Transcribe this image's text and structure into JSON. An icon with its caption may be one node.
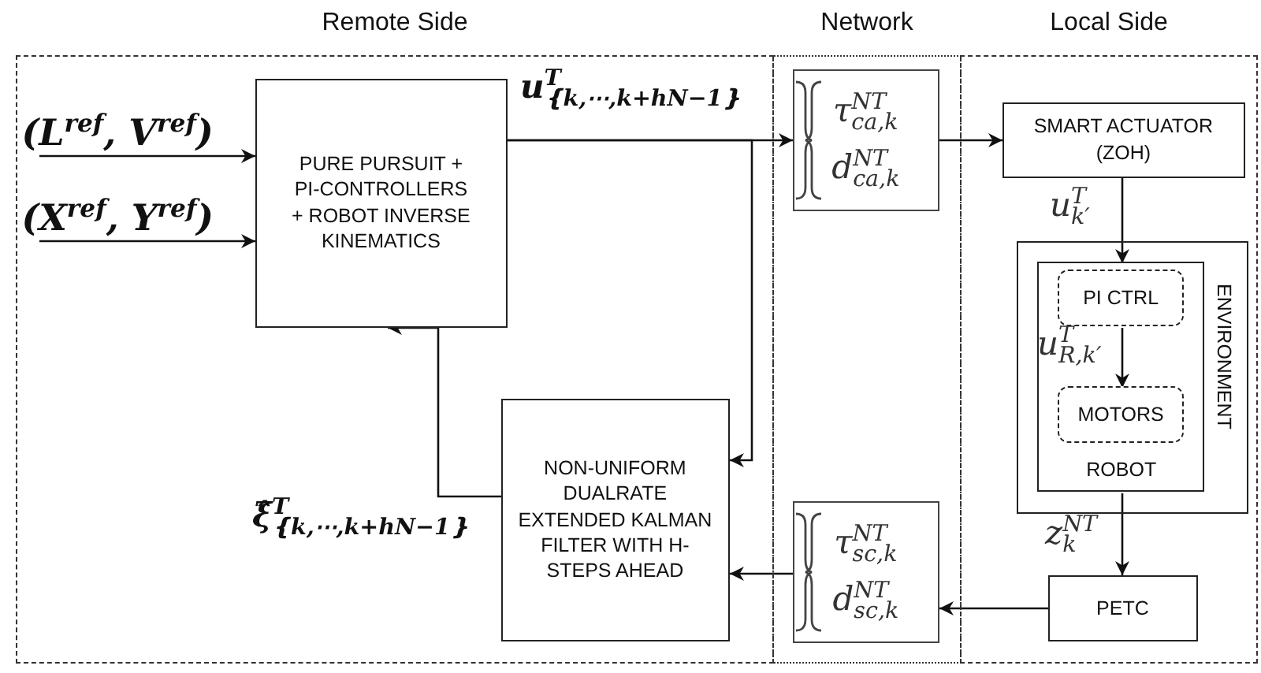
{
  "diagram": {
    "nodes": [
      {
        "text": [
          "Remote Side"
        ]
      },
      {
        "text": [
          "Network"
        ]
      },
      {
        "text": [
          "Local Side"
        ]
      },
      {
        "text": [
          "(L$^{ref}$, V$^{ref}$)"
        ],
        "in": 0
      },
      {
        "text": [
          "(X$^{ref}$, Y$^{ref}$)"
        ],
        "in": 0
      },
      {
        "text": [
          "PURE PURSUIT + PI-CONTROLLERS + ROBOT INVERSE KINEMATICS"
        ],
        "in": 0
      },
      {
        "text": [
          "NON-UNIFORM DUALRATE EXTENDED KALMAN FILTER WITH H-STEPS AHEAD"
        ],
        "in": 0
      },
      {
        "text": [
          "τ$^{NT}$$_{ca,k}$",
          "d$^{NT}$$_{ca,k}$"
        ],
        "in": 1
      },
      {
        "text": [
          "τ$^{NT}$$_{sc,k}$",
          "d$^{NT}$$_{sc,k}$"
        ],
        "in": 1
      },
      {
        "text": [
          "SMART ACTUATOR (ZOH)"
        ],
        "in": 2
      },
      {
        "text": [
          "ENVIRONMENT"
        ],
        "in": 2
      },
      {
        "text": [
          "ROBOT"
        ],
        "in": 10
      },
      {
        "text": [
          "PI CTRL"
        ],
        "in": 11
      },
      {
        "text": [
          "MOTORS"
        ],
        "in": 11
      },
      {
        "text": [
          "PETC"
        ],
        "in": 2
      }
    ],
    "edges": [
      {
        "from": 3,
        "to": 5,
        "arrow": "to"
      },
      {
        "from": 4,
        "to": 5,
        "arrow": "to"
      },
      {
        "from": 5,
        "to": 7,
        "arrow": "to",
        "label": "u$^{T}$$_{❴k,⋯,k+hN−1❵}$"
      },
      {
        "from": 5,
        "to": 6,
        "arrow": "to"
      },
      {
        "from": 7,
        "to": 9,
        "arrow": "to"
      },
      {
        "from": 9,
        "to": 11,
        "arrow": "to",
        "label": "u$^{T}$$_{k′}$"
      },
      {
        "from": 12,
        "to": 13,
        "arrow": "to",
        "label": "u$^{T}$$_{R,k′}$"
      },
      {
        "from": 11,
        "to": 14,
        "arrow": "to",
        "label": "z$^{NT}$$_{k}$"
      },
      {
        "from": 14,
        "to": 8,
        "arrow": "to"
      },
      {
        "from": 8,
        "to": 6,
        "arrow": "to"
      },
      {
        "from": 6,
        "to": 5,
        "arrow": "to",
        "label": "ξ̂$^{T}$$_{❴k,⋯,k+hN−1❵}$"
      }
    ]
  }
}
